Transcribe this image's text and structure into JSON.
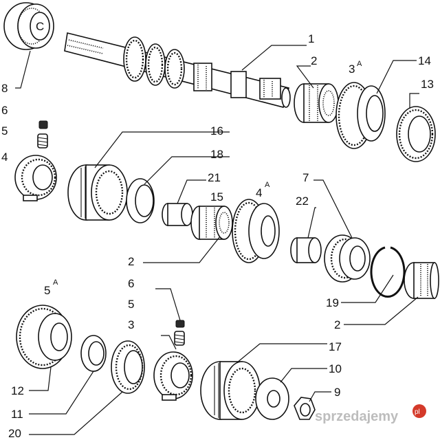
{
  "callouts": [
    {
      "id": "c1",
      "number": "1"
    },
    {
      "id": "c2a",
      "number": "2"
    },
    {
      "id": "c3a",
      "number": "3",
      "sup": "A"
    },
    {
      "id": "c14",
      "number": "14"
    },
    {
      "id": "c13",
      "number": "13"
    },
    {
      "id": "c8",
      "number": "8"
    },
    {
      "id": "c6a",
      "number": "6"
    },
    {
      "id": "c5a",
      "number": "5"
    },
    {
      "id": "c4a",
      "number": "4"
    },
    {
      "id": "c16",
      "number": "16"
    },
    {
      "id": "c18",
      "number": "18"
    },
    {
      "id": "c21",
      "number": "21"
    },
    {
      "id": "c15",
      "number": "15"
    },
    {
      "id": "c4b",
      "number": "4",
      "sup": "A"
    },
    {
      "id": "c7",
      "number": "7"
    },
    {
      "id": "c22",
      "number": "22"
    },
    {
      "id": "c2b",
      "number": "2"
    },
    {
      "id": "c19",
      "number": "19"
    },
    {
      "id": "c2c",
      "number": "2"
    },
    {
      "id": "c5b",
      "number": "5",
      "sup": "A"
    },
    {
      "id": "c6b",
      "number": "6"
    },
    {
      "id": "c5c",
      "number": "5"
    },
    {
      "id": "c3b",
      "number": "3"
    },
    {
      "id": "c17",
      "number": "17"
    },
    {
      "id": "c10",
      "number": "10"
    },
    {
      "id": "c9",
      "number": "9"
    },
    {
      "id": "c12",
      "number": "12"
    },
    {
      "id": "c11",
      "number": "11"
    },
    {
      "id": "c20",
      "number": "20"
    }
  ],
  "bearing_mark": "C",
  "watermark": {
    "brand": "sprzedajemy",
    "suffix": "pl"
  }
}
